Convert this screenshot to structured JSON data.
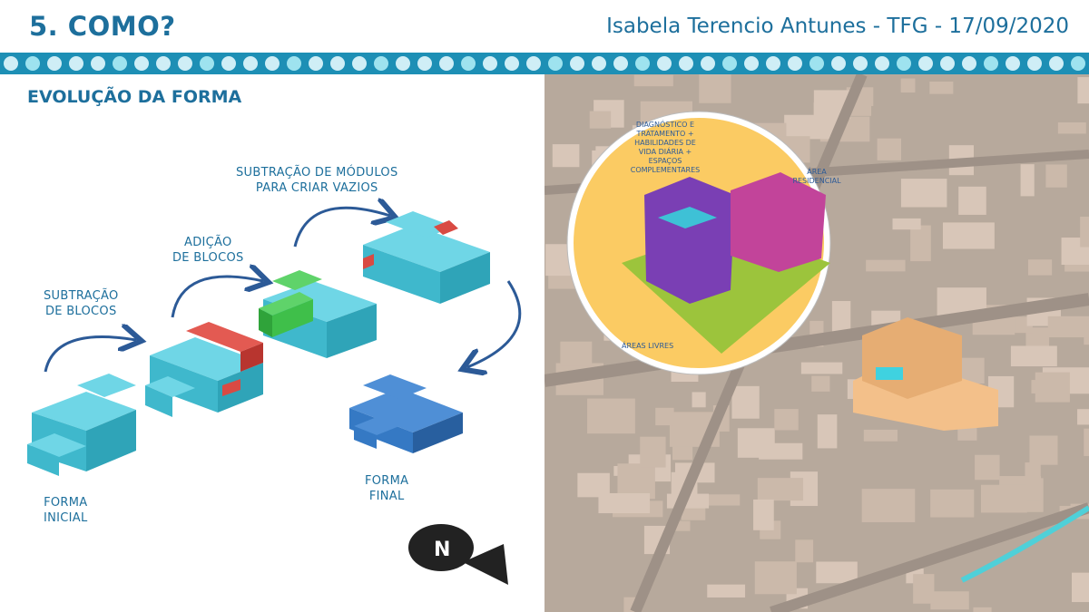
{
  "header": {
    "title": "5. COMO?",
    "author": "Isabela Terencio Antunes - TFG - 17/09/2020"
  },
  "section_title": "EVOLUÇÃO DA FORMA",
  "steps": {
    "forma_inicial": "FORMA\nINICIAL",
    "subtracao_blocos": "SUBTRAÇÃO\nDE BLOCOS",
    "adicao_blocos": "ADIÇÃO\nDE BLOCOS",
    "subtracao_modulos": "SUBTRAÇÃO DE MÓDULOS\nPARA CRIAR VAZIOS",
    "forma_final": "FORMA\nFINAL"
  },
  "inset": {
    "program_label_lines": [
      "DIAGNÓSTICO E",
      "TRATAMENTO +",
      "HABILIDADES DE",
      "VIDA DIÁRIA +",
      "ESPAÇOS",
      "COMPLEMENTARES"
    ],
    "residential_label_lines": [
      "ÁREA",
      "RESIDENCIAL"
    ],
    "free_areas_label": "ÁREAS LIVRES"
  },
  "colors": {
    "brand": "#1d6f9c",
    "block_cyan": "#44c2d6",
    "block_red": "#d94a43",
    "block_green": "#3fbf4a",
    "block_blue": "#3579c4",
    "inset_yellow": "#fbcb63",
    "inset_purple": "#7a3fb4",
    "inset_magenta": "#c2449a",
    "inset_green": "#9cc43c"
  },
  "north_icon": "north-arrow-icon"
}
